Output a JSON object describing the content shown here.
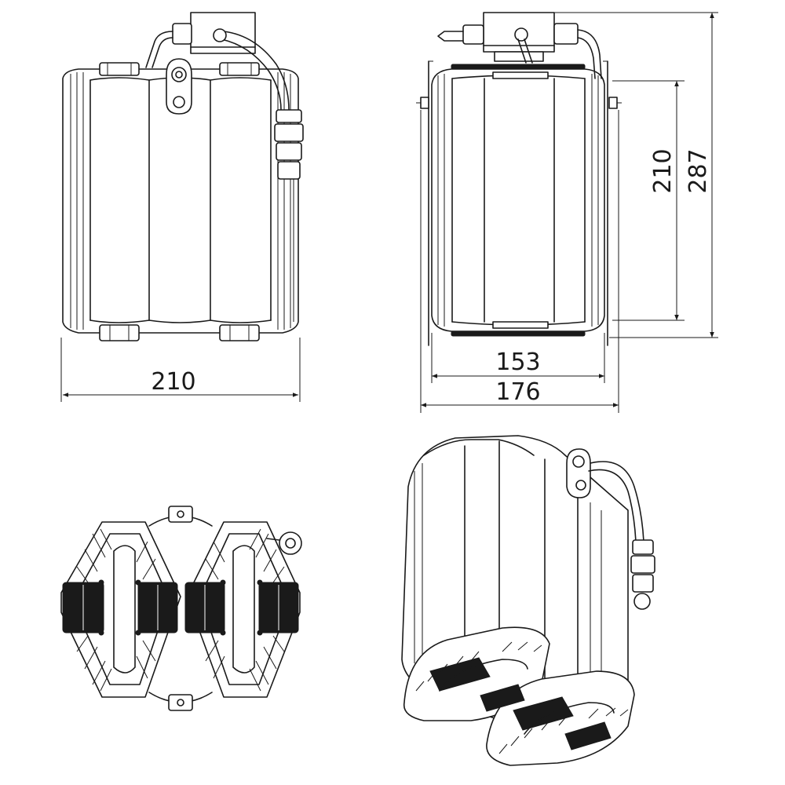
{
  "dimensions": {
    "front_width": "210",
    "side_body_height": "210",
    "side_total_height": "287",
    "side_body_width": "153",
    "side_total_width": "176"
  },
  "views": [
    "front-view",
    "side-view",
    "bottom-view",
    "isometric-view"
  ]
}
